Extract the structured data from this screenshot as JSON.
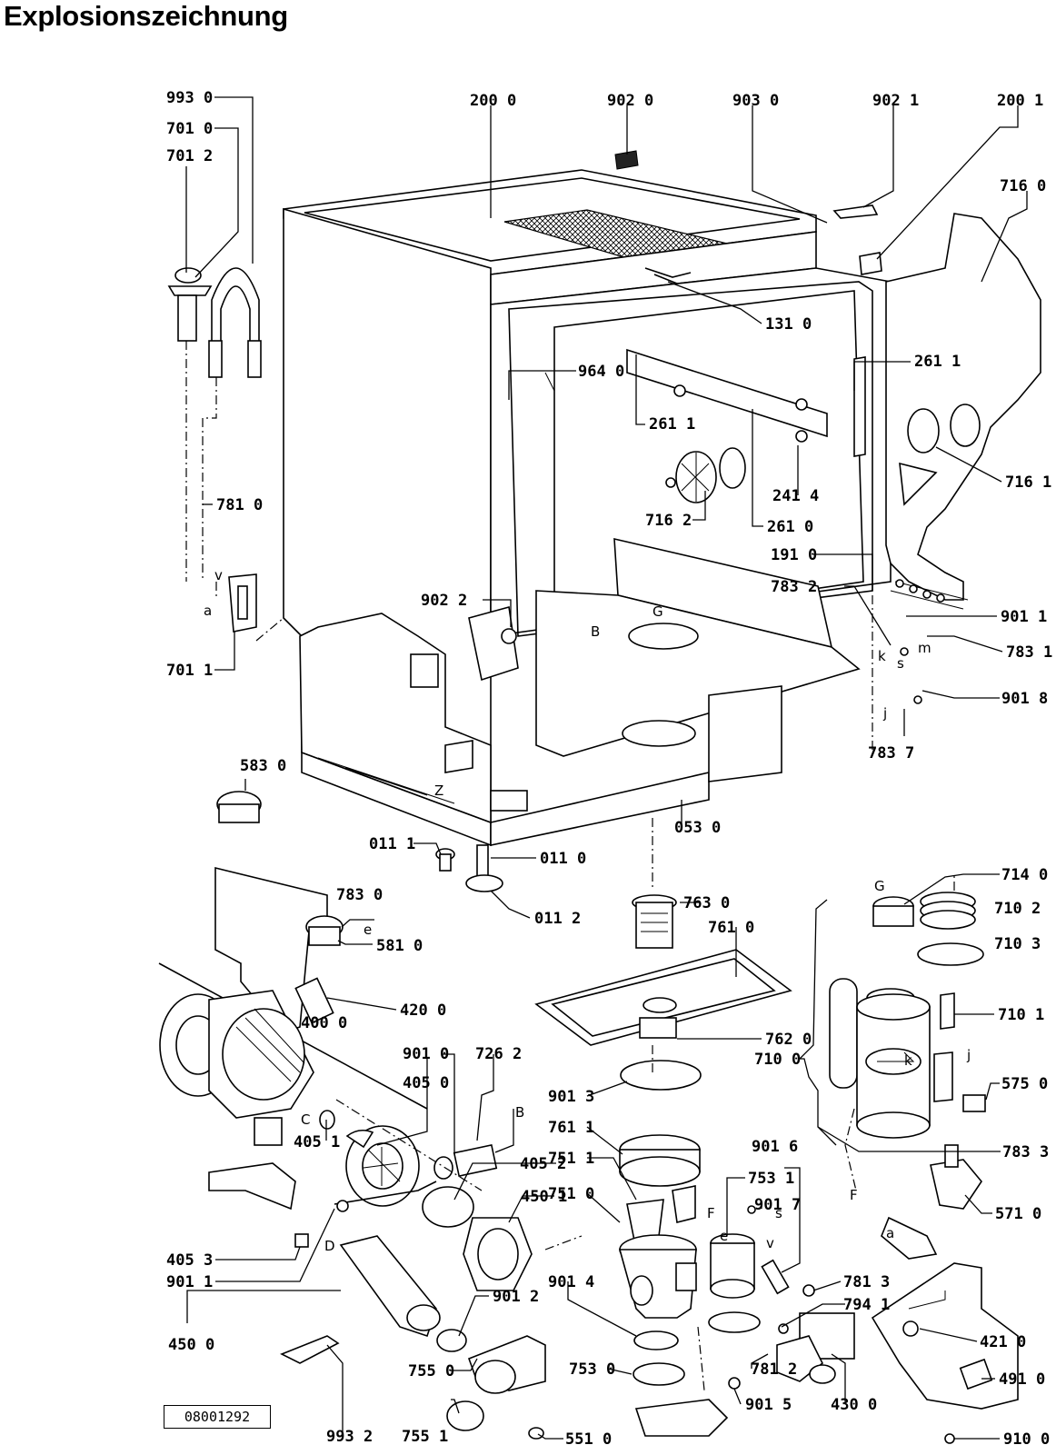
{
  "title": "Explosionszeichnung",
  "document_number": "08001292",
  "part_labels": [
    "993 0",
    "701 0",
    "701 2",
    "200 0",
    "902 0",
    "903 0",
    "902 1",
    "200 1",
    "716 0",
    "131 0",
    "964 0",
    "261 1",
    "261 1",
    "716 1",
    "241 4",
    "716 2",
    "261 0",
    "191 0",
    "783 2",
    "901 1",
    "783 1",
    "901 8",
    "783 7",
    "902 2",
    "701 1",
    "781 0",
    "583 0",
    "053 0",
    "011 1",
    "011 0",
    "011 2",
    "783 0",
    "581 0",
    "420 0",
    "400 0",
    "901 0",
    "405 0",
    "726 2",
    "763 0",
    "761 0",
    "762 0",
    "901 3",
    "761 1",
    "751 1",
    "751 0",
    "901 4",
    "753 0",
    "714 0",
    "710 2",
    "710 3",
    "710 1",
    "575 0",
    "710 0",
    "783 3",
    "571 0",
    "901 6",
    "753 1",
    "901 7",
    "781 3",
    "794 1",
    "781 2",
    "901 5",
    "430 0",
    "421 0",
    "491 0",
    "910 0",
    "405 1",
    "405 2",
    "450 1",
    "405 3",
    "901 1",
    "450 0",
    "901 2",
    "755 0",
    "755 1",
    "993 2",
    "551 0"
  ],
  "letter_labels": [
    "a",
    "v",
    "B",
    "G",
    "k",
    "s",
    "m",
    "j",
    "Z",
    "e",
    "C",
    "D",
    "F",
    "G",
    "k",
    "j",
    "F",
    "e",
    "v",
    "s",
    "a"
  ]
}
